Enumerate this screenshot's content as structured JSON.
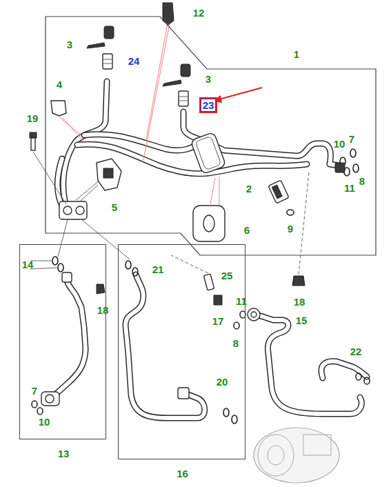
{
  "diagram": {
    "nodes": [
      {
        "text": [
          "1"
        ]
      },
      {
        "text": [
          "23"
        ],
        "in": 0
      },
      {
        "text": [
          "13"
        ]
      },
      {
        "text": [
          "16"
        ]
      }
    ],
    "labels": [
      "12",
      "3",
      "24",
      "3",
      "4",
      "19",
      "10",
      "7",
      "11",
      "8",
      "2",
      "9",
      "5",
      "6",
      "14",
      "18",
      "21",
      "25",
      "11",
      "17",
      "15",
      "8",
      "18",
      "22",
      "7",
      "10",
      "20"
    ]
  }
}
